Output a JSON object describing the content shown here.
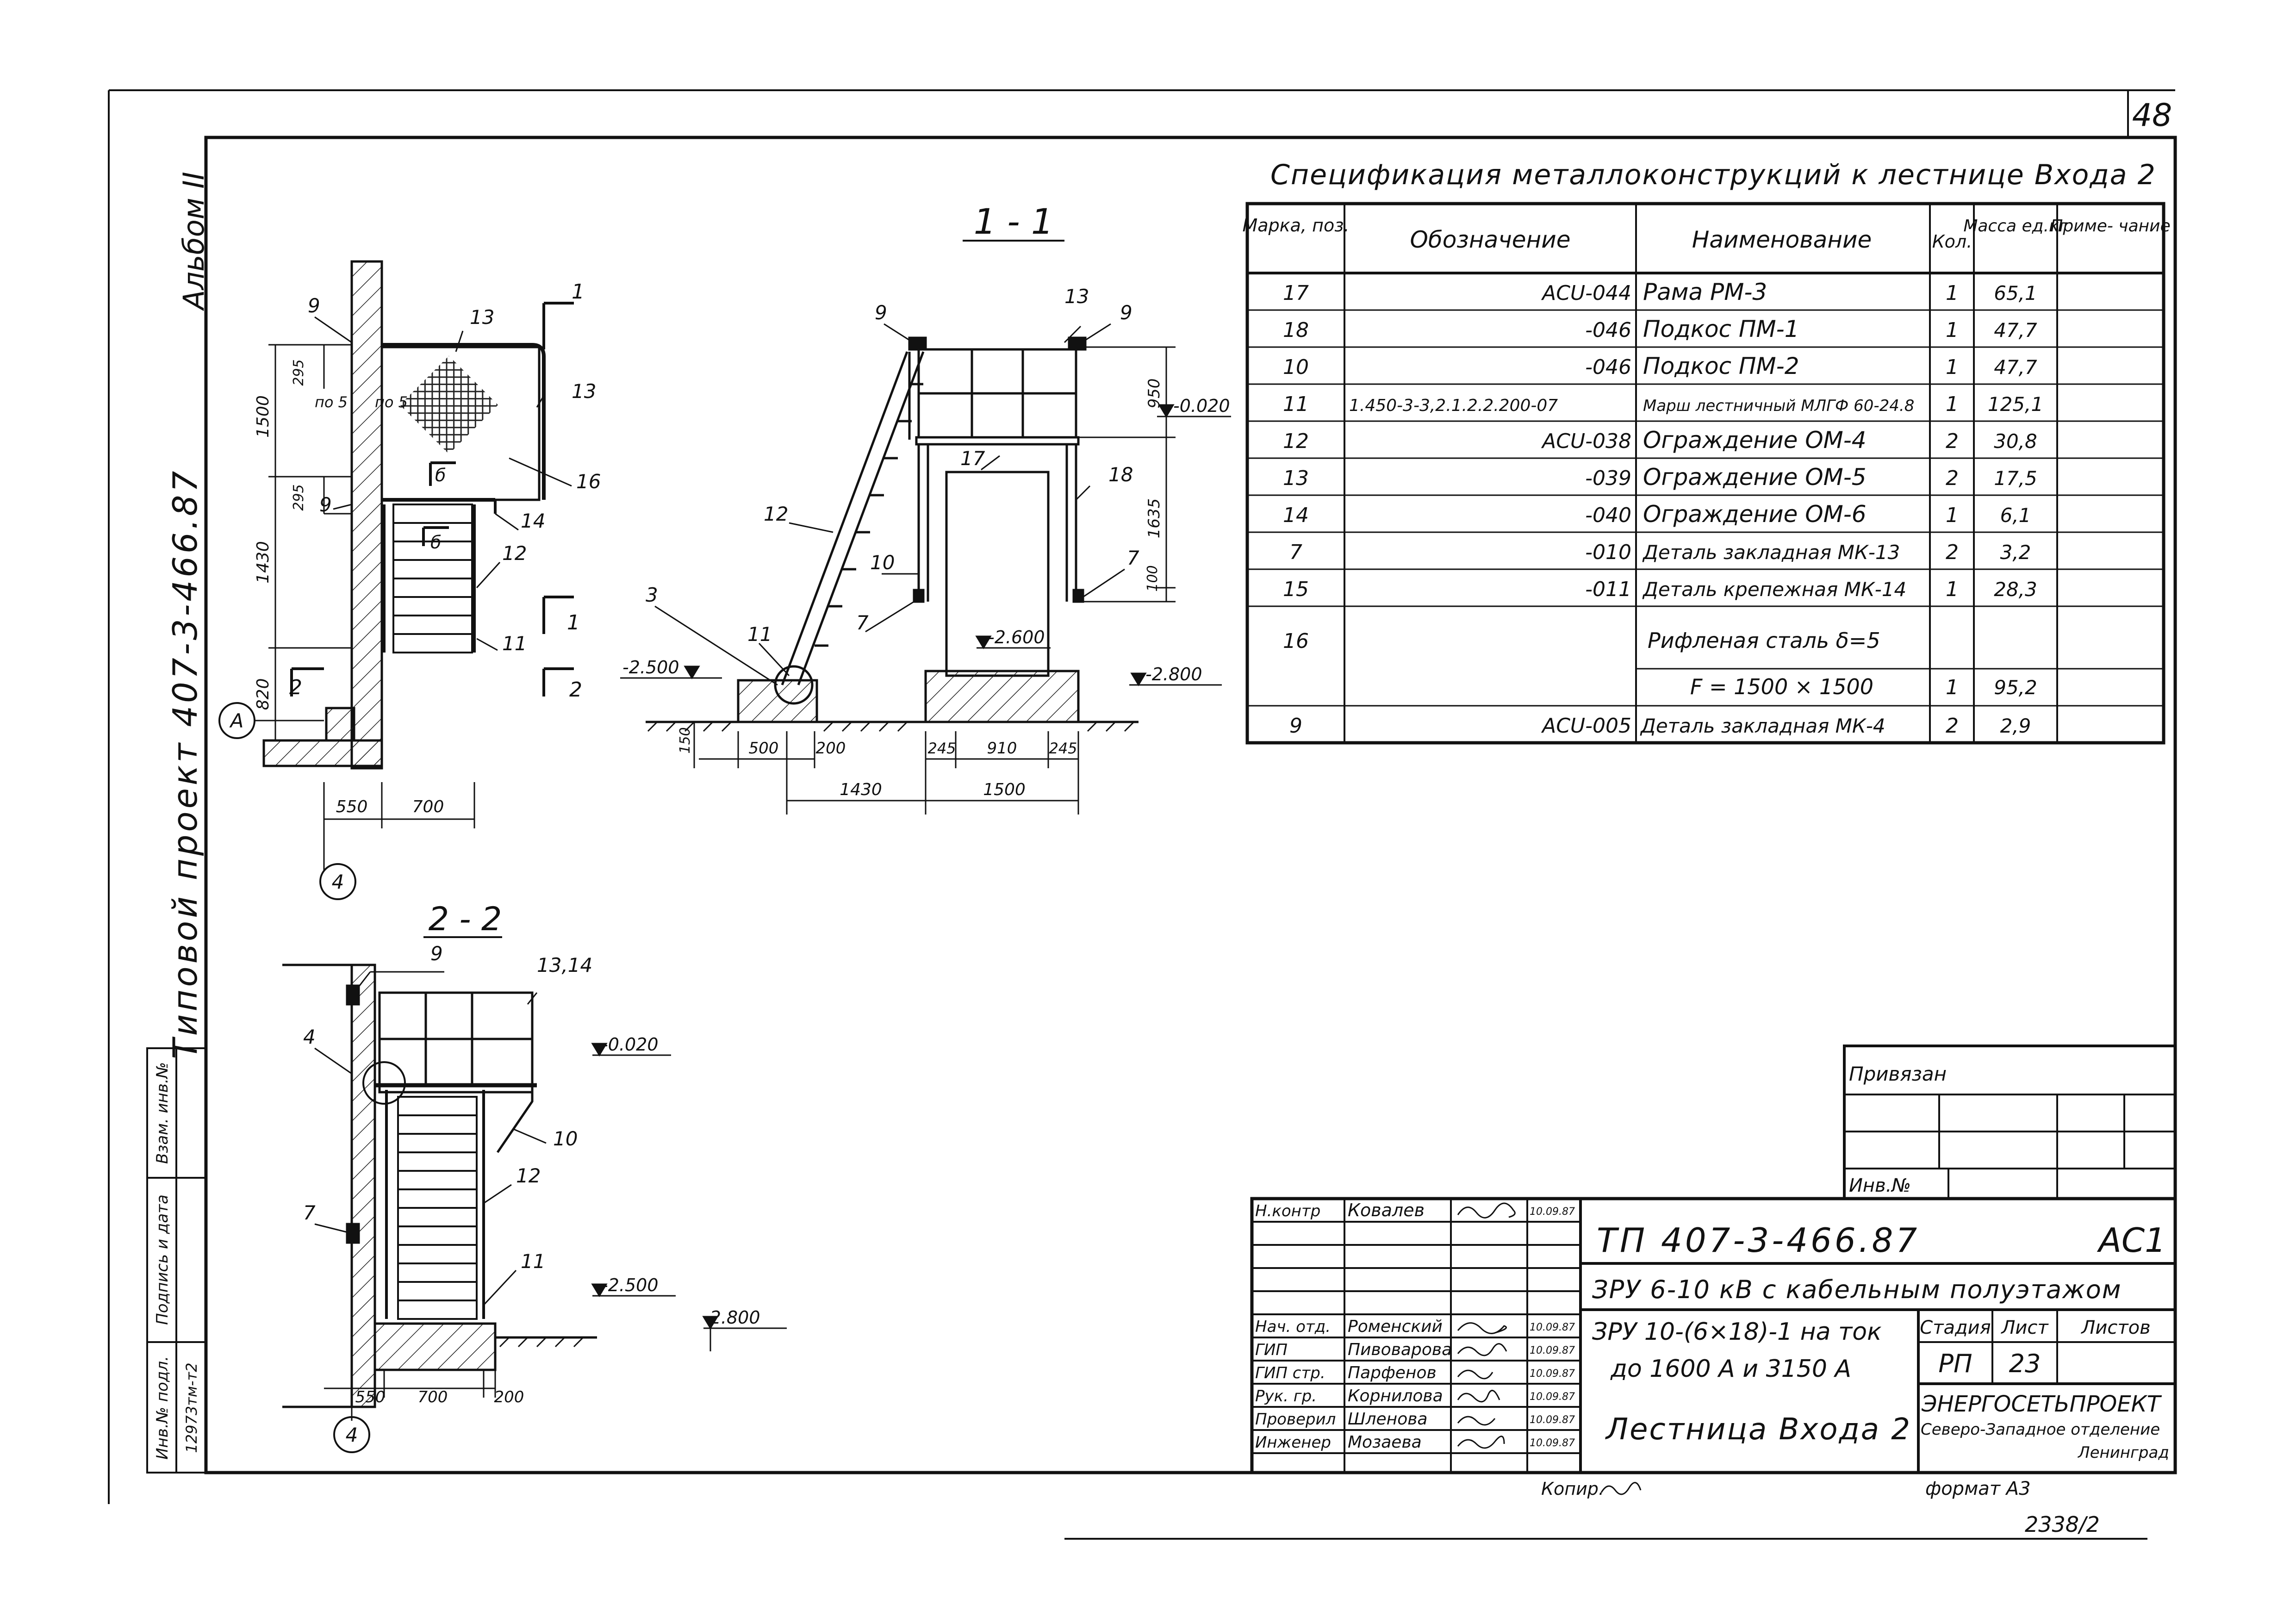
{
  "sheet_number": "48",
  "spec": {
    "title": "Спецификация металлоконструкций к лестнице Входа 2",
    "headers": [
      "Марка, поз.",
      "Обозначение",
      "Наименование",
      "Кол.",
      "Масса ед.кг",
      "Приме- чание"
    ],
    "rows": [
      {
        "pos": "17",
        "code": "АСU-044",
        "name": "Рама РМ-3",
        "qty": "1",
        "mass": "65,1"
      },
      {
        "pos": "18",
        "code": "-046",
        "name": "Подкос ПМ-1",
        "qty": "1",
        "mass": "47,7"
      },
      {
        "pos": "10",
        "code": "-046",
        "name": "Подкос ПМ-2",
        "qty": "1",
        "mass": "47,7"
      },
      {
        "pos": "11",
        "code": "1.450-3-3,2.1.2.2.200-07",
        "name": "Марш лестничный МЛГФ 60-24.8",
        "qty": "1",
        "mass": "125,1"
      },
      {
        "pos": "12",
        "code": "АСU-038",
        "name": "Ограждение ОМ-4",
        "qty": "2",
        "mass": "30,8"
      },
      {
        "pos": "13",
        "code": "-039",
        "name": "Ограждение ОМ-5",
        "qty": "2",
        "mass": "17,5"
      },
      {
        "pos": "14",
        "code": "-040",
        "name": "Ограждение ОМ-6",
        "qty": "1",
        "mass": "6,1"
      },
      {
        "pos": "7",
        "code": "-010",
        "name": "Деталь закладная МК-13",
        "qty": "2",
        "mass": "3,2"
      },
      {
        "pos": "15",
        "code": "-011",
        "name": "Деталь крепежная МК-14",
        "qty": "1",
        "mass": "28,3"
      },
      {
        "pos": "16",
        "code": "",
        "name": "Рифленая сталь δ=5",
        "qty": "",
        "mass": ""
      },
      {
        "pos": "",
        "code": "",
        "name": "F = 1500 × 1500",
        "qty": "1",
        "mass": "95,2"
      },
      {
        "pos": "9",
        "code": "АСU-005",
        "name": "Деталь закладная МК-4",
        "qty": "2",
        "mass": "2,9"
      }
    ]
  },
  "margin_labels": {
    "album": "Альбом II",
    "project": "Типовой проект 407-3-466.87",
    "stamp_cols": [
      "Инв.№ подл.",
      "Подпись и дата",
      "Взам. инв.№"
    ],
    "inv_value": "12973тм-т2"
  },
  "views": {
    "plan": {
      "marks": [
        "9",
        "13",
        "1",
        "13",
        "16",
        "б",
        "б",
        "14",
        "12",
        "11",
        "1",
        "2",
        "2",
        "9"
      ],
      "notes": [
        "по 5",
        "по 5"
      ],
      "dims": [
        "295",
        "1500",
        "295",
        "1430",
        "820",
        "550",
        "700"
      ],
      "axis_a": "А",
      "axis_4": "4"
    },
    "section_1": {
      "title": "1 - 1",
      "marks": [
        "9",
        "13",
        "9",
        "17",
        "18",
        "12",
        "10",
        "7",
        "7",
        "3",
        "11"
      ],
      "levels": [
        "-0.020",
        "-2.500",
        "-2.600",
        "-2.800"
      ],
      "dims": [
        "950",
        "1635",
        "100",
        "150",
        "500",
        "200",
        "245",
        "910",
        "245",
        "1430",
        "1500"
      ]
    },
    "section_2": {
      "title": "2 - 2",
      "marks": [
        "9",
        "13,14",
        "4",
        "10",
        "12",
        "7",
        "11"
      ],
      "levels": [
        "-0.020",
        "-2.500",
        "-2.800"
      ],
      "dims": [
        "550",
        "700",
        "200"
      ],
      "axis_4": "4"
    }
  },
  "privyazan": {
    "label": "Привязан",
    "inv": "Инв.№"
  },
  "title_block": {
    "signers": [
      {
        "role": "Н.контр",
        "name": "Ковалев",
        "date": "10.09.87"
      },
      {
        "role": "Нач. отд.",
        "name": "Роменский",
        "date": "10.09.87"
      },
      {
        "role": "ГИП",
        "name": "Пивоварова",
        "date": "10.09.87"
      },
      {
        "role": "ГИП стр.",
        "name": "Парфенов",
        "date": "10.09.87"
      },
      {
        "role": "Рук. гр.",
        "name": "Корнилова",
        "date": "10.09.87"
      },
      {
        "role": "Проверил",
        "name": "Шленова",
        "date": "10.09.87"
      },
      {
        "role": "Инженер",
        "name": "Мозаева",
        "date": "10.09.87"
      }
    ],
    "code": "ТП 407-3-466.87",
    "mark": "АС1",
    "object": "ЗРУ 6-10 кВ с кабельным полуэтажом",
    "subject_line1": "ЗРУ 10-(6×18)-1 на ток",
    "subject_line2": "до 1600 А и 3150 А",
    "sheet_title": "Лестница Входа 2",
    "stage_label": "Стадия",
    "sheet_label": "Лист",
    "sheets_label": "Листов",
    "stage": "РП",
    "sheet": "23",
    "org_name": "ЭНЕРГОСЕТЬПРОЕКТ",
    "org_branch": "Северо-Западное отделение",
    "org_city": "Ленинград"
  },
  "footer": {
    "copied": "Копир.",
    "format": "формат А3",
    "doc_number": "2338/2"
  }
}
